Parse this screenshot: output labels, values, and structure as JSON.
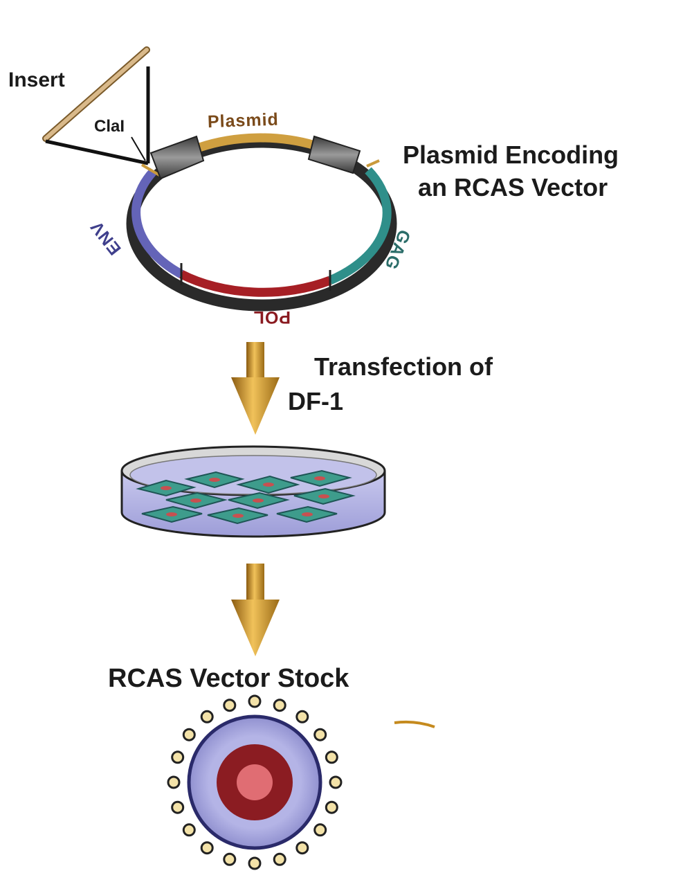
{
  "labels": {
    "insert": "Insert",
    "cla_site": "ClaI",
    "plasmid": "Plasmid",
    "plasmid_title_line1": "Plasmid Encoding",
    "plasmid_title_line2": "an RCAS Vector",
    "gag": "GAG",
    "pol": "POL",
    "env": "ENV",
    "transfection_line1": "Transfection of",
    "transfection_line2": "DF-1",
    "stock": "RCAS Vector Stock"
  },
  "colors": {
    "plasmid_segment": "#c99a3c",
    "plasmid_text": "#7a4a1a",
    "gag_segment": "#2e8b86",
    "pol_segment": "#a11f24",
    "env_segment": "#5f5fb0",
    "ltr_block": "#6b6b6b",
    "arrow": "#c58a1e",
    "dish_medium": "#a9a9e0",
    "virion_envelope": "#a4a4dc",
    "virion_core": "#8b1c22",
    "virion_center": "#e06d73",
    "virion_spike": "#e6c77a"
  }
}
